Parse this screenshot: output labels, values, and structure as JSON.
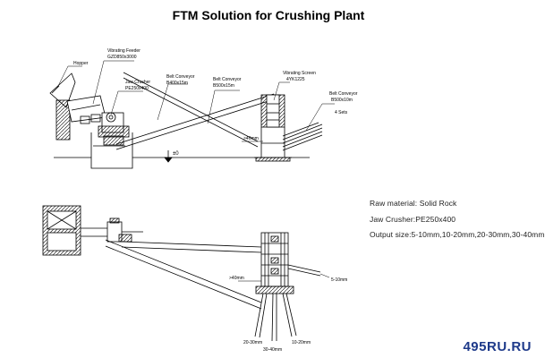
{
  "title": "FTM Solution for Crushing Plant",
  "labels": {
    "hopper": "Hopper",
    "feeder_name": "Vibrating Feeder",
    "feeder_model": "GZD850x3000",
    "jaw_name": "Jaw Crusher",
    "jaw_model": "PE250x400",
    "belt1_name": "Belt Conveyor",
    "belt1_model": "B400x15m",
    "belt2_name": "Belt Conveyor",
    "belt2_model": "B500x15m",
    "screen_name": "Vibrating Screen",
    "screen_model": "4YK1225",
    "belt3_name": "Belt Conveyor",
    "belt3_model": "B500x10m",
    "belt3_count": "4 Sets",
    "level_mark": "±0",
    "size_top": ">40mm",
    "size_plan_big": ">40mm",
    "size_510": "5-10mm",
    "size_2030": "20-30mm",
    "size_3040": "30-40mm",
    "size_1020": "10-20mm"
  },
  "info": {
    "raw_material": "Raw material: Solid Rock",
    "jaw_crusher": "Jaw Crusher:PE250x400",
    "output_size": "Output size:5-10mm,10-20mm,20-30mm,30-40mm"
  },
  "watermark": {
    "text": "495RU.RU",
    "color": "#1e3a8a"
  }
}
